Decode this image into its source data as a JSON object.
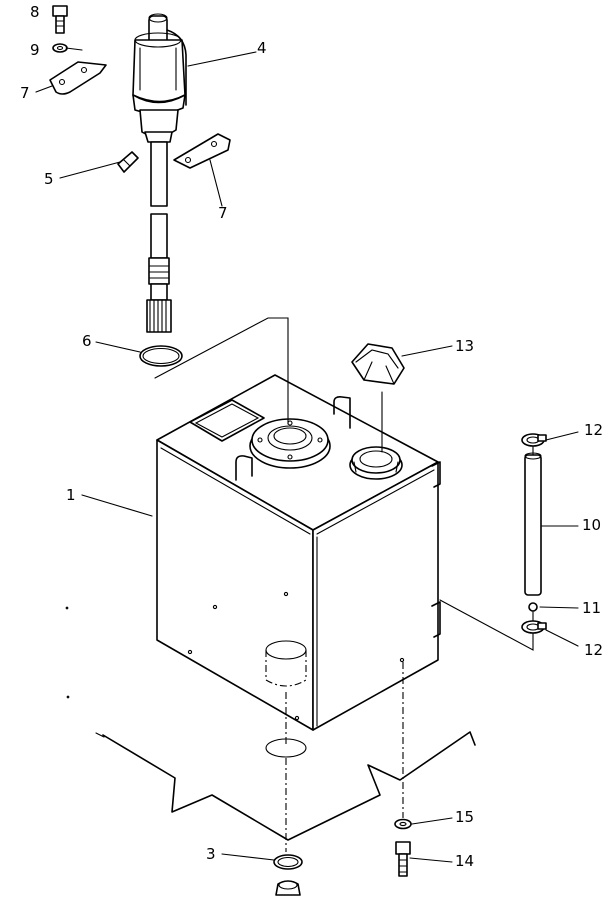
{
  "callouts": [
    {
      "id": "c1",
      "label": "1"
    },
    {
      "id": "c3",
      "label": "3"
    },
    {
      "id": "c4",
      "label": "4"
    },
    {
      "id": "c5",
      "label": "5"
    },
    {
      "id": "c6",
      "label": "6"
    },
    {
      "id": "c7a",
      "label": "7"
    },
    {
      "id": "c7b",
      "label": "7"
    },
    {
      "id": "c8",
      "label": "8"
    },
    {
      "id": "c9",
      "label": "9"
    },
    {
      "id": "c10",
      "label": "10"
    },
    {
      "id": "c11",
      "label": "11"
    },
    {
      "id": "c12a",
      "label": "12"
    },
    {
      "id": "c12b",
      "label": "12"
    },
    {
      "id": "c13",
      "label": "13"
    },
    {
      "id": "c14",
      "label": "14"
    },
    {
      "id": "c15",
      "label": "15"
    }
  ],
  "colors": {
    "ink": "#000000",
    "paper": "#ffffff"
  }
}
